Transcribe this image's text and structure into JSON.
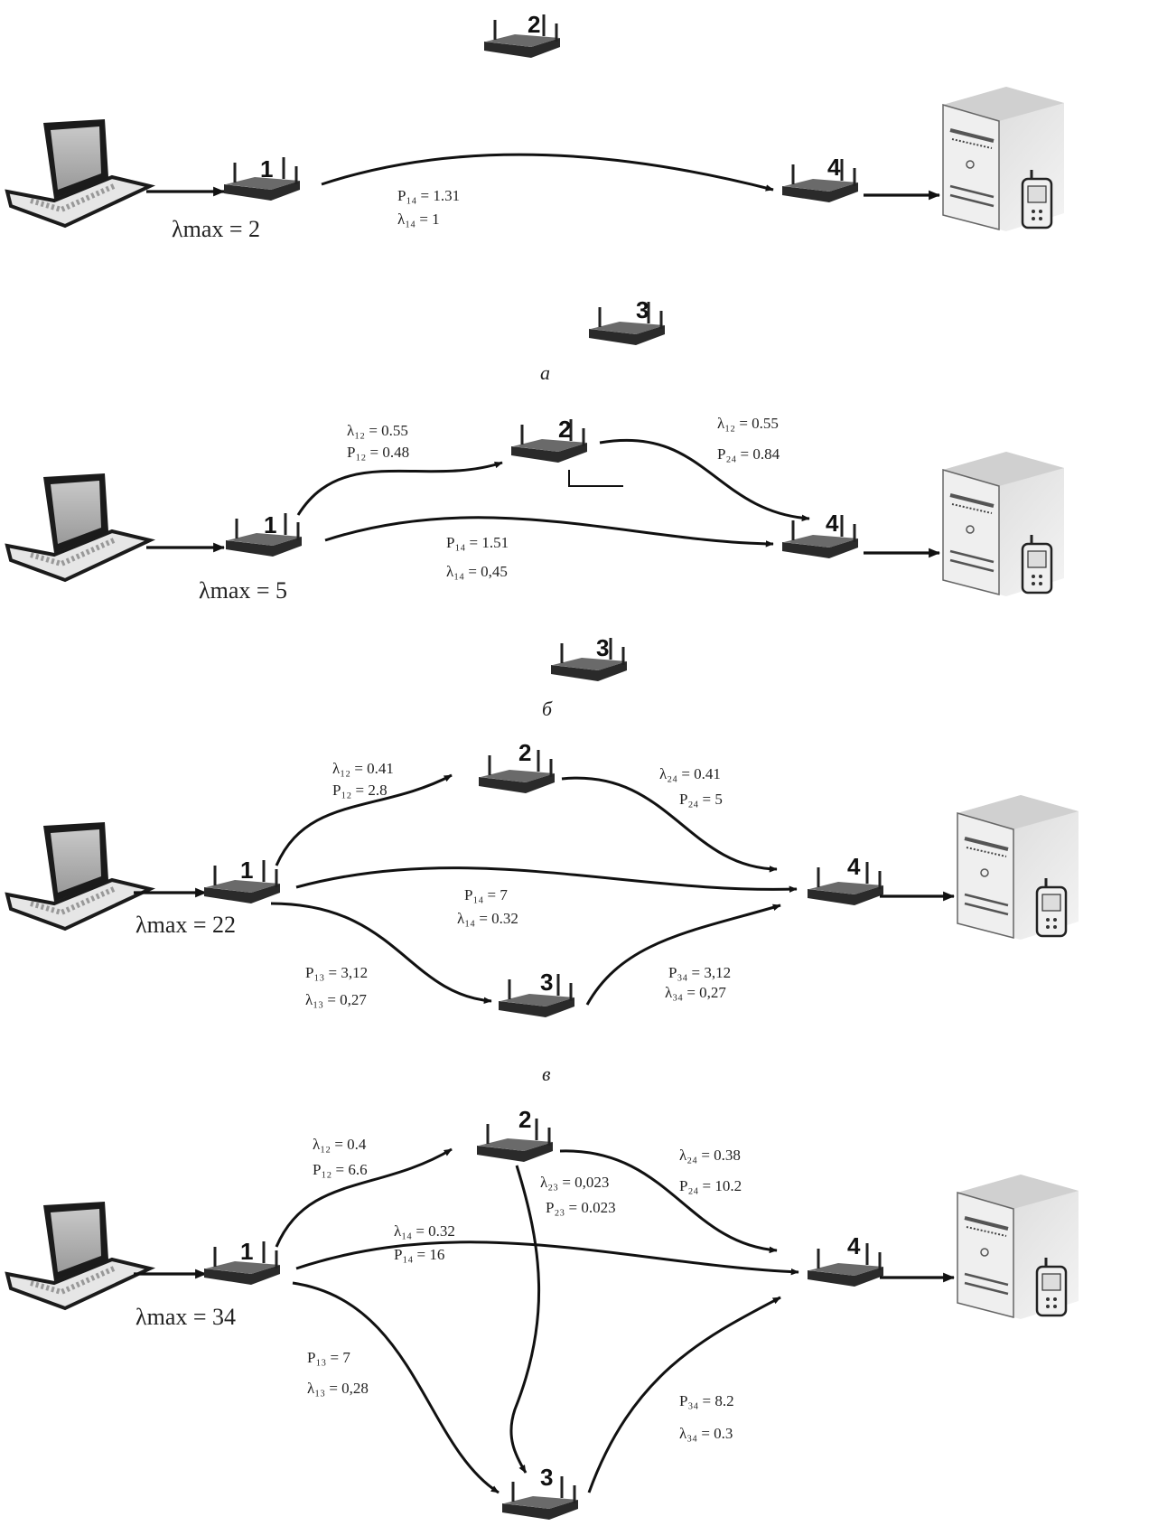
{
  "colors": {
    "ink": "#111111",
    "device": "#555555",
    "server": "#e2e2e2"
  },
  "panels": [
    {
      "id": "a",
      "caption": "а",
      "lambda_max": "λmax = 2",
      "routers": [
        "1",
        "2",
        "3",
        "4"
      ],
      "edges": [
        {
          "from": "1",
          "to": "4",
          "labels": [
            "P₁₄ = 1.31",
            "λ₁₄ = 1"
          ]
        }
      ]
    },
    {
      "id": "b",
      "caption": "б",
      "lambda_max": "λmax = 5",
      "routers": [
        "1",
        "2",
        "3",
        "4"
      ],
      "edges": [
        {
          "from": "1",
          "to": "2",
          "labels": [
            "λ₁₂ = 0.55",
            "P₁₂ = 0.48"
          ]
        },
        {
          "from": "2",
          "to": "4",
          "labels": [
            "λ₁₂ = 0.55",
            "P₂₄ = 0.84"
          ]
        },
        {
          "from": "1",
          "to": "4",
          "labels": [
            "P₁₄ = 1.51",
            "λ₁₄ = 0,45"
          ]
        }
      ]
    },
    {
      "id": "c",
      "caption": "в",
      "lambda_max": "λmax = 22",
      "routers": [
        "1",
        "2",
        "3",
        "4"
      ],
      "edges": [
        {
          "from": "1",
          "to": "2",
          "labels": [
            "λ₁₂ = 0.41",
            "P₁₂ = 2.8"
          ]
        },
        {
          "from": "2",
          "to": "4",
          "labels": [
            "λ₂₄ = 0.41",
            "P₂₄ = 5"
          ]
        },
        {
          "from": "1",
          "to": "4",
          "labels": [
            "P₁₄ = 7",
            "λ₁₄ = 0.32"
          ]
        },
        {
          "from": "1",
          "to": "3",
          "labels": [
            "P₁₃ = 3,12",
            "λ₁₃ = 0,27"
          ]
        },
        {
          "from": "3",
          "to": "4",
          "labels": [
            "P₃₄ = 3,12",
            "λ₃₄ = 0,27"
          ]
        }
      ]
    },
    {
      "id": "d",
      "caption": "",
      "lambda_max": "λmax = 34",
      "routers": [
        "1",
        "2",
        "3",
        "4"
      ],
      "edges": [
        {
          "from": "1",
          "to": "2",
          "labels": [
            "λ₁₂ = 0.4",
            "P₁₂ = 6.6"
          ]
        },
        {
          "from": "2",
          "to": "4",
          "labels": [
            "λ₂₄ = 0.38",
            "P₂₄ = 10.2"
          ]
        },
        {
          "from": "2",
          "to": "3",
          "labels": [
            "λ₂₃ = 0,023",
            "P₂₃ = 0.023"
          ]
        },
        {
          "from": "1",
          "to": "4",
          "labels": [
            "λ₁₄ = 0.32",
            "P₁₄ = 16"
          ]
        },
        {
          "from": "1",
          "to": "3",
          "labels": [
            "P₁₃ = 7",
            "λ₁₃ = 0,28"
          ]
        },
        {
          "from": "3",
          "to": "4",
          "labels": [
            "P₃₄ = 8.2",
            "λ₃₄ = 0.3"
          ]
        }
      ]
    }
  ]
}
